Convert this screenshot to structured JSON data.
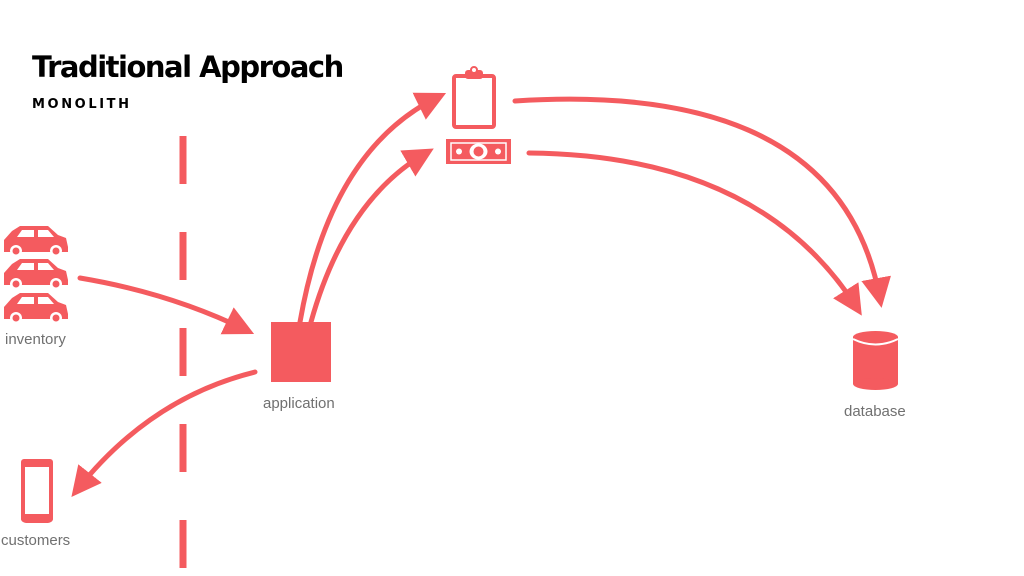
{
  "header": {
    "title": "Traditional Approach",
    "subtitle": "MONOLITH"
  },
  "labels": {
    "inventory": "inventory",
    "application": "application",
    "database": "database",
    "customers": "customers"
  },
  "colors": {
    "accent": "#f45b5f",
    "text": "#000000",
    "label": "#707070"
  },
  "icons": {
    "inventory": "car-icon",
    "application": "square-block",
    "service_orders": "clipboard-icon",
    "service_payments": "banknote-icon",
    "database": "database-cylinder-icon",
    "customers": "smartphone-icon"
  }
}
